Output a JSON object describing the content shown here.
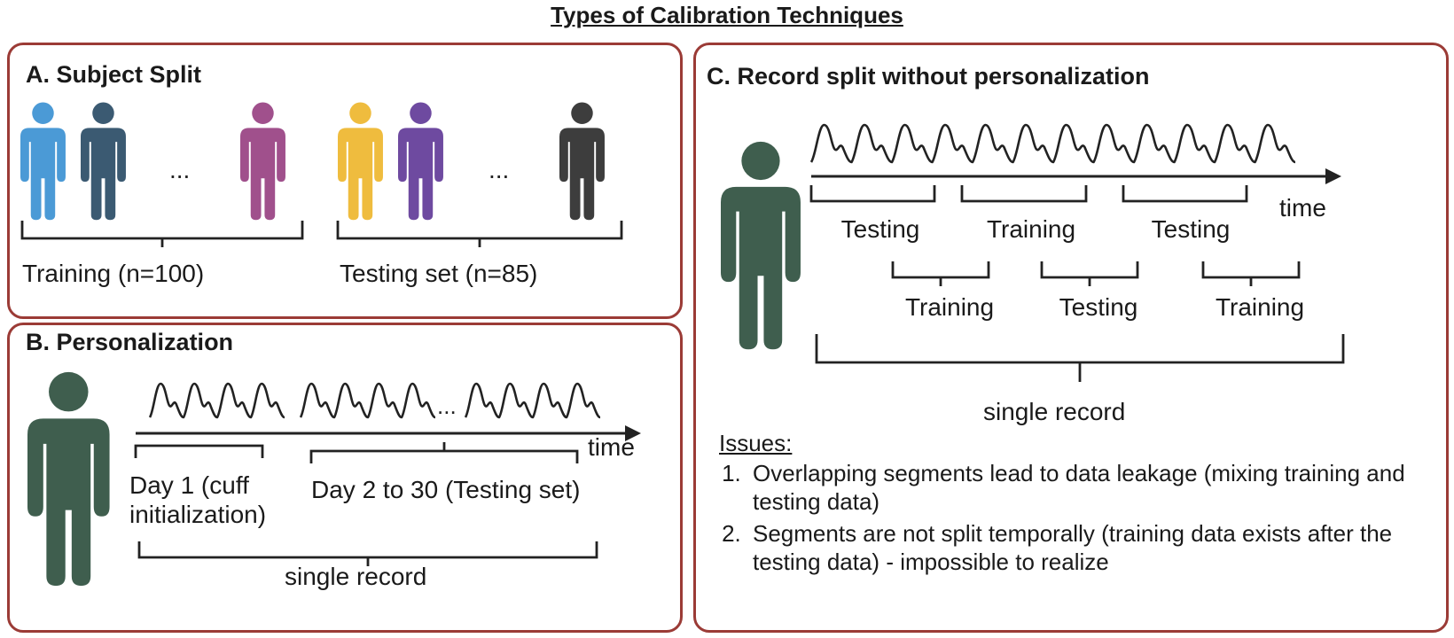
{
  "title": "Types of Calibration Techniques",
  "panel_a": {
    "heading": "A. Subject Split",
    "training_label": "Training (n=100)",
    "testing_label": "Testing set (n=85)",
    "ellipsis": "...",
    "person_colors": [
      "#4b9ad6",
      "#3b5a72",
      "#a0508c",
      "#efbc3e",
      "#6e4aa0",
      "#3d3d3d"
    ]
  },
  "panel_b": {
    "heading": "B. Personalization",
    "time_label": "time",
    "day1_label_line1": "Day 1 (cuff",
    "day1_label_line2": "initialization)",
    "day2_label": "Day 2 to 30 (Testing set)",
    "record_label": "single record",
    "ellipsis": "...",
    "person_color": "#3f5e4e"
  },
  "panel_c": {
    "heading": "C. Record split without personalization",
    "time_label": "time",
    "top_segments": [
      "Testing",
      "Training",
      "Testing"
    ],
    "bottom_segments": [
      "Training",
      "Testing",
      "Training"
    ],
    "record_label": "single record",
    "issues_heading": "Issues:",
    "issues": [
      "Overlapping segments lead to data leakage (mixing training and testing data)",
      "Segments are not split temporally (training data exists after the testing data) - impossible to realize"
    ],
    "person_color": "#3f5e4e"
  },
  "border_color": "#9b3b36"
}
